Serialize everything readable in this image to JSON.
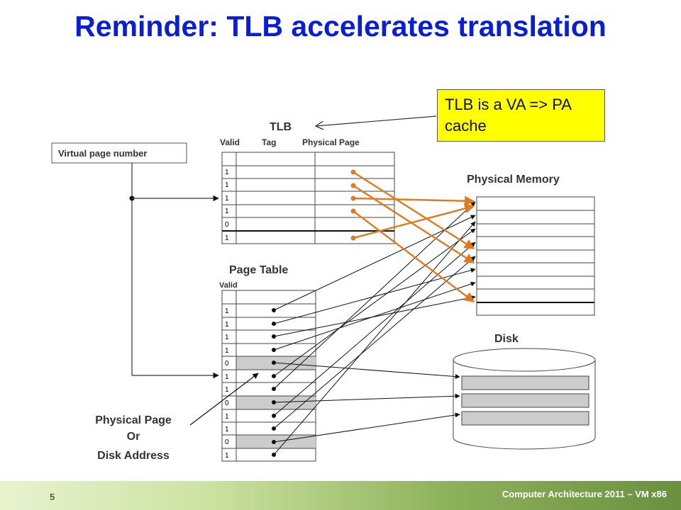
{
  "title": "Reminder: TLB accelerates translation",
  "callout": "TLB is a VA => PA cache",
  "labels": {
    "tlb": "TLB",
    "tlb_valid": "Valid",
    "tlb_tag": "Tag",
    "tlb_physical_page": "Physical Page",
    "virtual_page_number": "Virtual page number",
    "physical_memory": "Physical Memory",
    "page_table": "Page Table",
    "page_table_valid": "Valid",
    "disk": "Disk",
    "ppa_line1": "Physical Page",
    "ppa_line2": "Or",
    "ppa_line3": "Disk Address"
  },
  "tlb_valid_bits": [
    "1",
    "1",
    "1",
    "1",
    "0",
    "1"
  ],
  "page_table_valid_bits": [
    "1",
    "1",
    "1",
    "1",
    "0",
    "1",
    "1",
    "0",
    "1",
    "1",
    "0",
    "1"
  ],
  "colors": {
    "title": "#0a1ed6",
    "callout_bg": "#ffff00",
    "tlb_arrows": "#e07a1f",
    "invalid_row": "#cccccc"
  },
  "footer": {
    "page_number": "5",
    "course": "Computer Architecture 2011 – VM x86"
  }
}
